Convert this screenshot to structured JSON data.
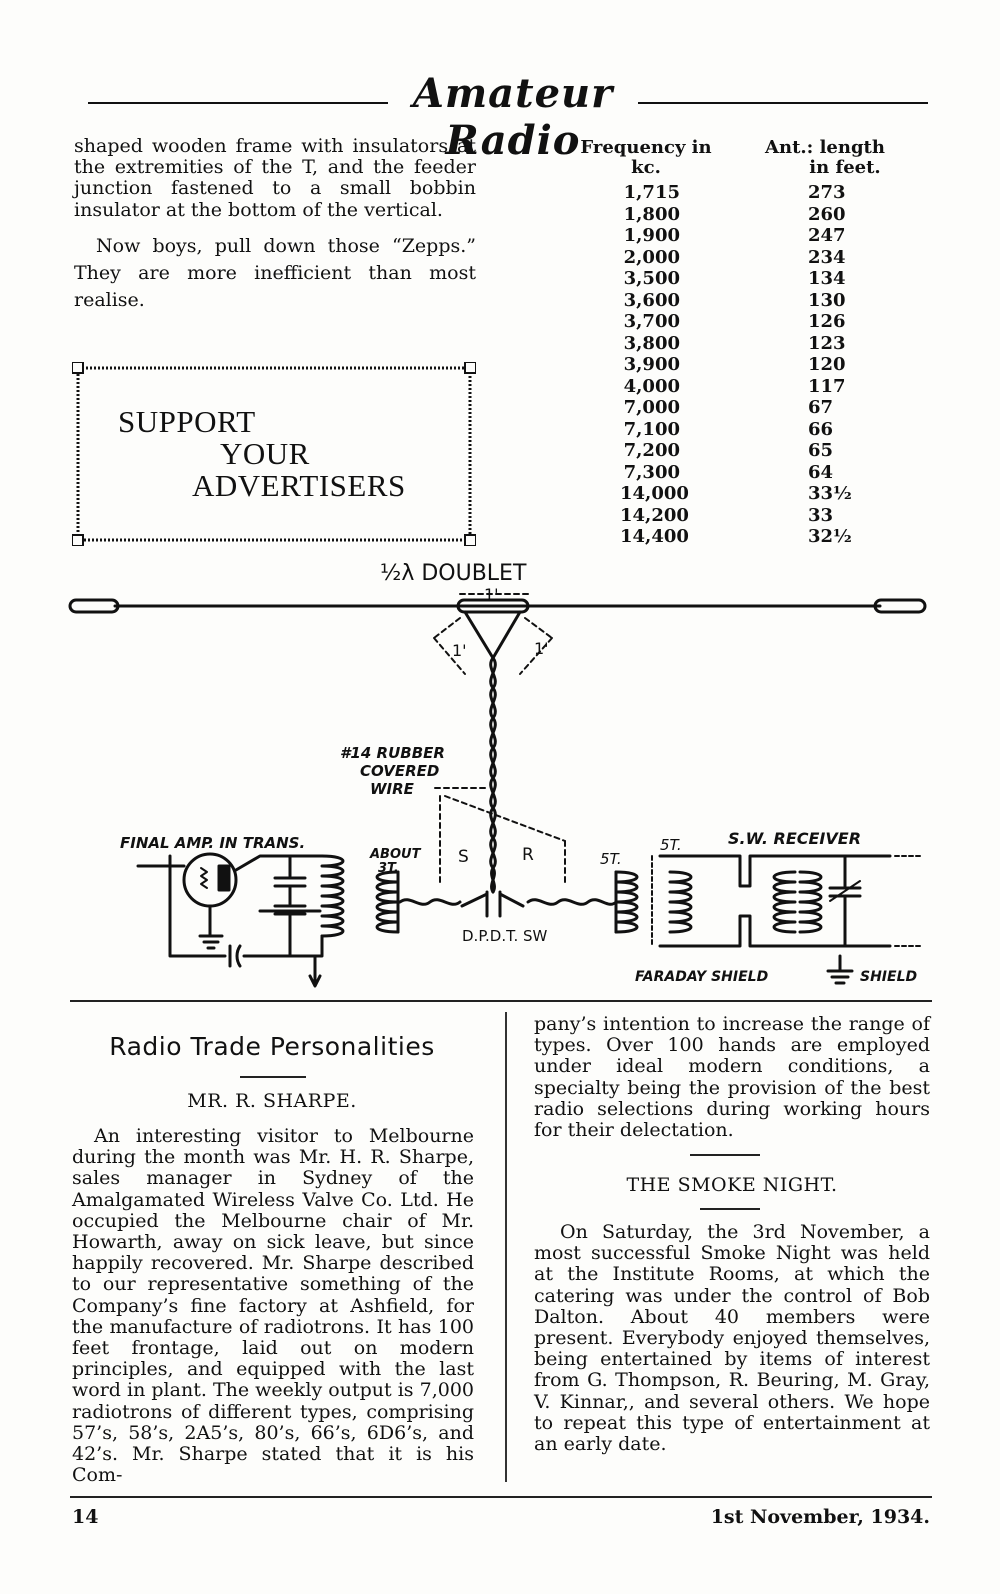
{
  "masthead": {
    "title": "Amateur Radio"
  },
  "left_column_top": {
    "para1": "shaped wooden frame with insulators at the extremities of the T, and the feeder junction fastened to a small bobbin insulator at the bottom of the vertical.",
    "para2": "Now boys, pull down those “Zepps.” They are more inefficient than most realise."
  },
  "ad_box": {
    "line1": "SUPPORT",
    "line2": "YOUR",
    "line3": "ADVERTISERS"
  },
  "frequency_table": {
    "header_frequency": "Frequency in kc.",
    "header_frequency_line1": "Frequency in",
    "header_frequency_line2": "kc.",
    "header_length_line1": "Ant.: length",
    "header_length_line2": "in feet.",
    "frequencies": [
      "1,715",
      "1,800",
      "1,900",
      "2,000",
      "3,500",
      "3,600",
      "3,700",
      "3,800",
      "3,900",
      "4,000",
      "7,000",
      "7,100",
      "7,200",
      "7,300",
      "14,000",
      "14,200",
      "14,400"
    ],
    "lengths": [
      "273",
      "260",
      "247",
      "234",
      "134",
      "130",
      "126",
      "123",
      "120",
      "117",
      "67",
      "66",
      "65",
      "64",
      "33½",
      "33",
      "32½"
    ]
  },
  "diagram": {
    "doublet_label": "½λ DOUBLET",
    "spacing_top": "1'",
    "spacing_left": "1'",
    "spacing_right": "1'",
    "wire_label_line1": "#14 RUBBER",
    "wire_label_line2": "COVERED",
    "wire_label_line3": "WIRE",
    "final_amp_label": "FINAL AMP. IN TRANS.",
    "about_label_line1": "ABOUT",
    "about_label_line2": "3T.",
    "s_label": "S",
    "r_label": "R",
    "st_label_left": "5T.",
    "st_label_right": "5T.",
    "sw_receiver_label": "S.W. RECEIVER",
    "dpdt_label": "D.P.D.T. SW",
    "faraday_label": "FARADAY SHIELD",
    "shield_label": "SHIELD"
  },
  "article": {
    "title": "Radio Trade Personalities",
    "subtitle": "MR. R. SHARPE.",
    "body_left": "An interesting visitor to Melbourne during the month was Mr. H. R. Sharpe, sales manager in Sydney of the Amalgamated Wireless Valve Co. Ltd. He occupied the Melbourne chair of Mr. Howarth, away on sick leave, but since happily recovered. Mr. Sharpe described to our representative something of the Company’s fine factory at Ashfield, for the manufacture of radiotrons. It has 100 feet frontage, laid out on modern principles, and equipped with the last word in plant. The weekly output is 7,000 radiotrons of different types, comprising 57’s, 58’s, 2A5’s, 80’s, 66’s, 6D6’s, and 42’s. Mr. Sharpe stated that it is his Com-",
    "body_right": "pany’s intention to increase the range of types. Over 100 hands are employed under ideal modern conditions, a specialty being the provision of the best radio selections during working hours for their delectation."
  },
  "smoke_night": {
    "title": "THE SMOKE NIGHT.",
    "body": "On Saturday, the 3rd November, a most successful Smoke Night was held at the Institute Rooms, at which the catering was under the control of Bob Dalton. About 40 members were present. Everybody enjoyed themselves, being entertained by items of interest from G. Thompson, R. Beuring, M. Gray, V. Kinnar,, and several others. We hope to repeat this type of entertainment at an early date."
  },
  "footer": {
    "page_number": "14",
    "date": "1st November, 1934."
  }
}
